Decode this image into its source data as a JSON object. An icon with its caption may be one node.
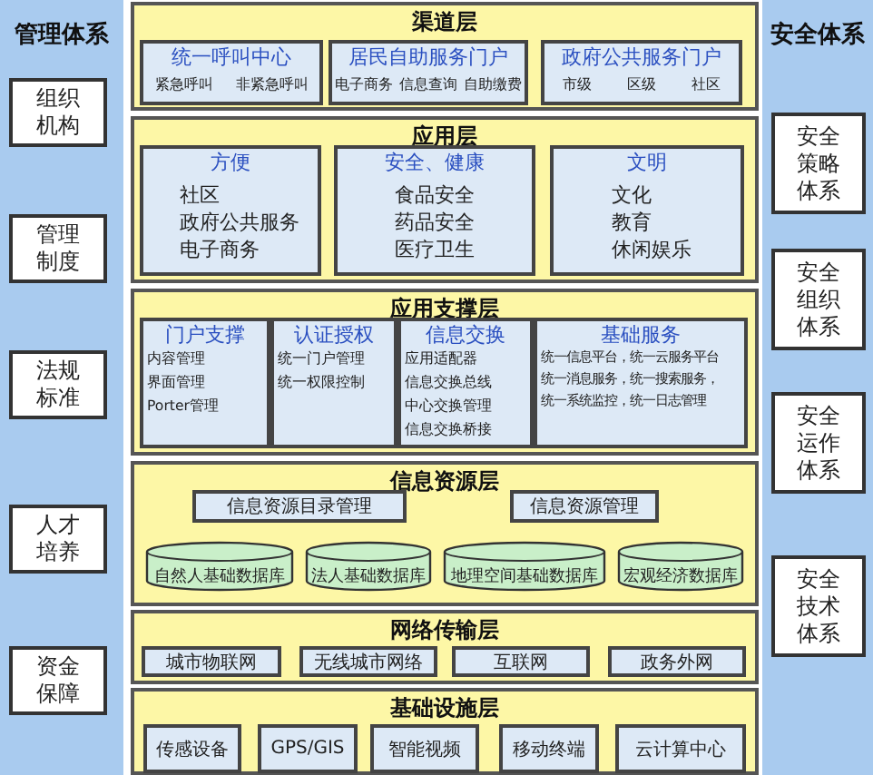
{
  "diagram": {
    "nodes": [
      {
        "text": [
          "管理体系"
        ]
      },
      {
        "text": [
          "组织机构"
        ],
        "in": 0
      },
      {
        "text": [
          "管理制度"
        ],
        "in": 0
      },
      {
        "text": [
          "法规标准"
        ],
        "in": 0
      },
      {
        "text": [
          "人才培养"
        ],
        "in": 0
      },
      {
        "text": [
          "资金保障"
        ],
        "in": 0
      },
      {
        "text": [
          "渠道层"
        ]
      },
      {
        "text": [
          "统一呼叫中心",
          "紧急呼叫",
          "非紧急呼叫"
        ],
        "in": 6
      },
      {
        "text": [
          "居民自助服务门户",
          "电子商务",
          "信息查询",
          "自助缴费"
        ],
        "in": 6
      },
      {
        "text": [
          "政府公共服务门户",
          "市级",
          "区级",
          "社区"
        ],
        "in": 6
      },
      {
        "text": [
          "应用层"
        ]
      },
      {
        "text": [
          "方便",
          "社区",
          "政府公共服务",
          "电子商务"
        ],
        "in": 10
      },
      {
        "text": [
          "安全、健康",
          "食品安全",
          "药品安全",
          "医疗卫生"
        ],
        "in": 10
      },
      {
        "text": [
          "文明",
          "文化",
          "教育",
          "休闲娱乐"
        ],
        "in": 10
      },
      {
        "text": [
          "应用支撑层"
        ]
      },
      {
        "text": [
          "门户支撑",
          "内容管理",
          "界面管理",
          "Porter管理"
        ],
        "in": 14
      },
      {
        "text": [
          "认证授权",
          "统一门户管理",
          "统一权限控制"
        ],
        "in": 14
      },
      {
        "text": [
          "信息交换",
          "应用适配器",
          "信息交换总线",
          "中心交换管理",
          "信息交换桥接"
        ],
        "in": 14
      },
      {
        "text": [
          "基础服务",
          "统一信息平台，统一云服务平台",
          "统一消息服务，统一搜索服务，",
          "统一系统监控，统一日志管理"
        ],
        "in": 14
      },
      {
        "text": [
          "信息资源层"
        ]
      },
      {
        "text": [
          "信息资源目录管理"
        ],
        "in": 19
      },
      {
        "text": [
          "信息资源管理"
        ],
        "in": 19
      },
      {
        "text": [
          "自然人基础数据库"
        ],
        "in": 19
      },
      {
        "text": [
          "法人基础数据库"
        ],
        "in": 19
      },
      {
        "text": [
          "地理空间基础数据库"
        ],
        "in": 19
      },
      {
        "text": [
          "宏观经济数据库"
        ],
        "in": 19
      },
      {
        "text": [
          "网络传输层"
        ]
      },
      {
        "text": [
          "城市物联网"
        ],
        "in": 26
      },
      {
        "text": [
          "无线城市网络"
        ],
        "in": 26
      },
      {
        "text": [
          "互联网"
        ],
        "in": 26
      },
      {
        "text": [
          "政务外网"
        ],
        "in": 26
      },
      {
        "text": [
          "基础设施层"
        ]
      },
      {
        "text": [
          "传感设备"
        ],
        "in": 31
      },
      {
        "text": [
          "GPS/GIS"
        ],
        "in": 31
      },
      {
        "text": [
          "智能视频"
        ],
        "in": 31
      },
      {
        "text": [
          "移动终端"
        ],
        "in": 31
      },
      {
        "text": [
          "云计算中心"
        ],
        "in": 31
      },
      {
        "text": [
          "安全体系"
        ]
      },
      {
        "text": [
          "安全策略体系"
        ],
        "in": 37
      },
      {
        "text": [
          "安全组织体系"
        ],
        "in": 37
      },
      {
        "text": [
          "安全运作体系"
        ],
        "in": 37
      },
      {
        "text": [
          "安全技术体系"
        ],
        "in": 37
      }
    ]
  }
}
